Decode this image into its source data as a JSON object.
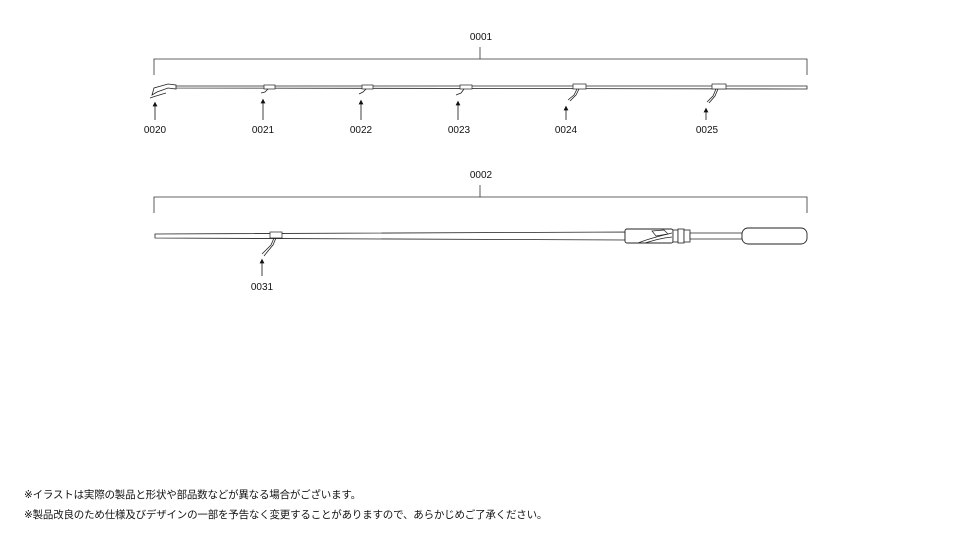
{
  "parts": {
    "tip_section": "0001",
    "butt_section": "0002",
    "tip_guide": "0020",
    "guide_21": "0021",
    "guide_22": "0022",
    "guide_23": "0023",
    "guide_24": "0024",
    "guide_25": "0025",
    "guide_31": "0031"
  },
  "notes": {
    "line1": "※イラストは実際の製品と形状や部品数などが異なる場合がございます。",
    "line2": "※製品改良のため仕様及びデザインの一部を予告なく変更することがありますので、あらかじめご了承ください。"
  },
  "colors": {
    "line": "#222222",
    "grip": "#ffffff"
  }
}
